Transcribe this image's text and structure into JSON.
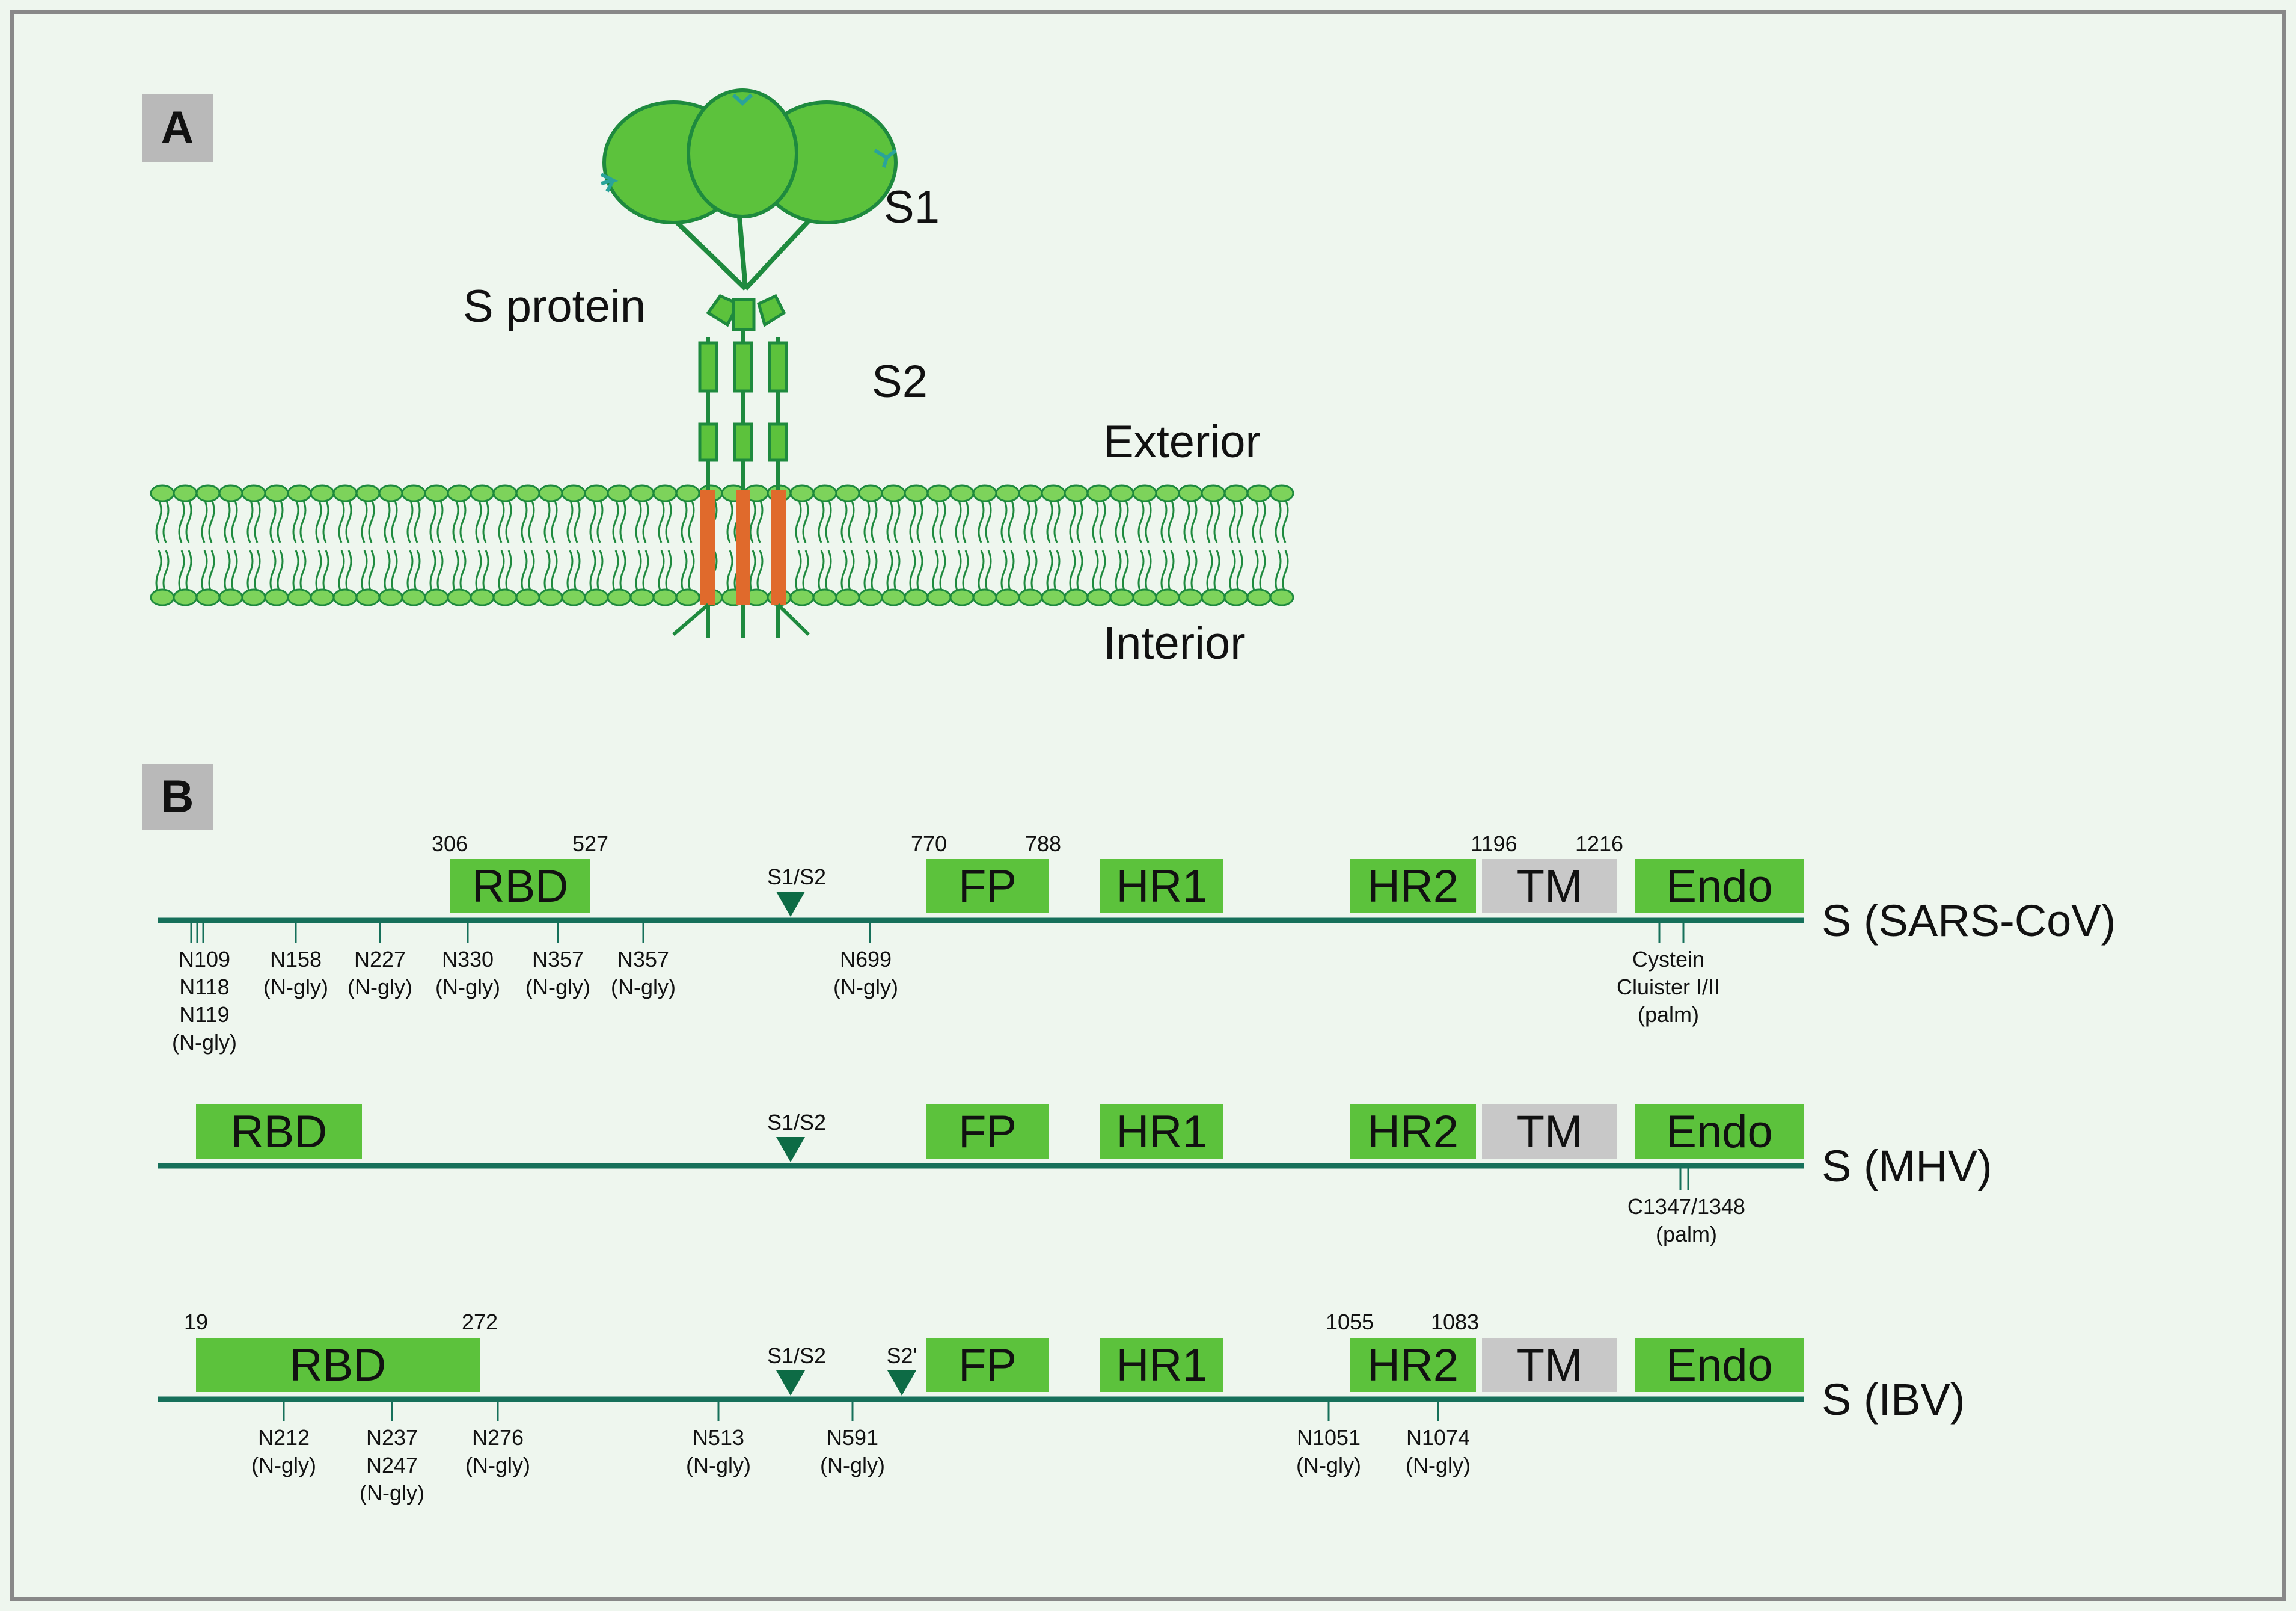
{
  "colors": {
    "background": "#eef6ee",
    "frame": "#888888",
    "protein_green": "#5cc23c",
    "protein_stroke": "#1e8a3e",
    "tm_orange": "#e06a2c",
    "membrane_head": "#7dd35b",
    "tm_gray": "#c8c8c8",
    "axis_line": "#16705a",
    "cleavage_marker": "#0d6b45"
  },
  "panel_a": {
    "label": "A",
    "s1": "S1",
    "s_protein": "S protein",
    "s2": "S2",
    "exterior": "Exterior",
    "interior": "Interior"
  },
  "panel_b": {
    "label": "B",
    "sequences": [
      {
        "name": "S (SARS-CoV)",
        "domains": [
          {
            "label": "RBD",
            "start": 306,
            "end": 527,
            "start_label": "306",
            "end_label": "527"
          },
          {
            "label": "FP",
            "start_label": "770",
            "end_label": "788"
          },
          {
            "label": "HR1"
          },
          {
            "label": "HR2"
          },
          {
            "label": "TM",
            "start_label": "1196",
            "end_label": "1216"
          },
          {
            "label": "Endo"
          }
        ],
        "cleavage_sites": [
          {
            "label": "S1/S2"
          }
        ],
        "sites": [
          {
            "lines": [
              "N109",
              "N118",
              "N119",
              "(N-gly)"
            ]
          },
          {
            "lines": [
              "N158",
              "(N-gly)"
            ]
          },
          {
            "lines": [
              "N227",
              "(N-gly)"
            ]
          },
          {
            "lines": [
              "N330",
              "(N-gly)"
            ]
          },
          {
            "lines": [
              "N357",
              "(N-gly)"
            ]
          },
          {
            "lines": [
              "N357",
              "(N-gly)"
            ]
          },
          {
            "lines": [
              "N699",
              "(N-gly)"
            ]
          },
          {
            "lines": [
              "Cystein",
              "Cluister I/II",
              "(palm)"
            ]
          }
        ]
      },
      {
        "name": "S (MHV)",
        "domains": [
          {
            "label": "RBD"
          },
          {
            "label": "FP"
          },
          {
            "label": "HR1"
          },
          {
            "label": "HR2"
          },
          {
            "label": "TM"
          },
          {
            "label": "Endo"
          }
        ],
        "cleavage_sites": [
          {
            "label": "S1/S2"
          }
        ],
        "sites": [
          {
            "lines": [
              "C1347/1348",
              "(palm)"
            ]
          }
        ]
      },
      {
        "name": "S (IBV)",
        "domains": [
          {
            "label": "RBD",
            "start_label": "19",
            "end_label": "272"
          },
          {
            "label": "FP"
          },
          {
            "label": "HR1"
          },
          {
            "label": "HR2",
            "start_label": "1055",
            "end_label": "1083"
          },
          {
            "label": "TM"
          },
          {
            "label": "Endo"
          }
        ],
        "cleavage_sites": [
          {
            "label": "S1/S2"
          },
          {
            "label": "S2'"
          }
        ],
        "sites": [
          {
            "lines": [
              "N212",
              "(N-gly)"
            ]
          },
          {
            "lines": [
              "N237",
              "N247",
              "(N-gly)"
            ]
          },
          {
            "lines": [
              "N276",
              "(N-gly)"
            ]
          },
          {
            "lines": [
              "N513",
              "(N-gly)"
            ]
          },
          {
            "lines": [
              "N591",
              "(N-gly)"
            ]
          },
          {
            "lines": [
              "N1051",
              "(N-gly)"
            ]
          },
          {
            "lines": [
              "N1074",
              "(N-gly)"
            ]
          }
        ]
      }
    ]
  }
}
